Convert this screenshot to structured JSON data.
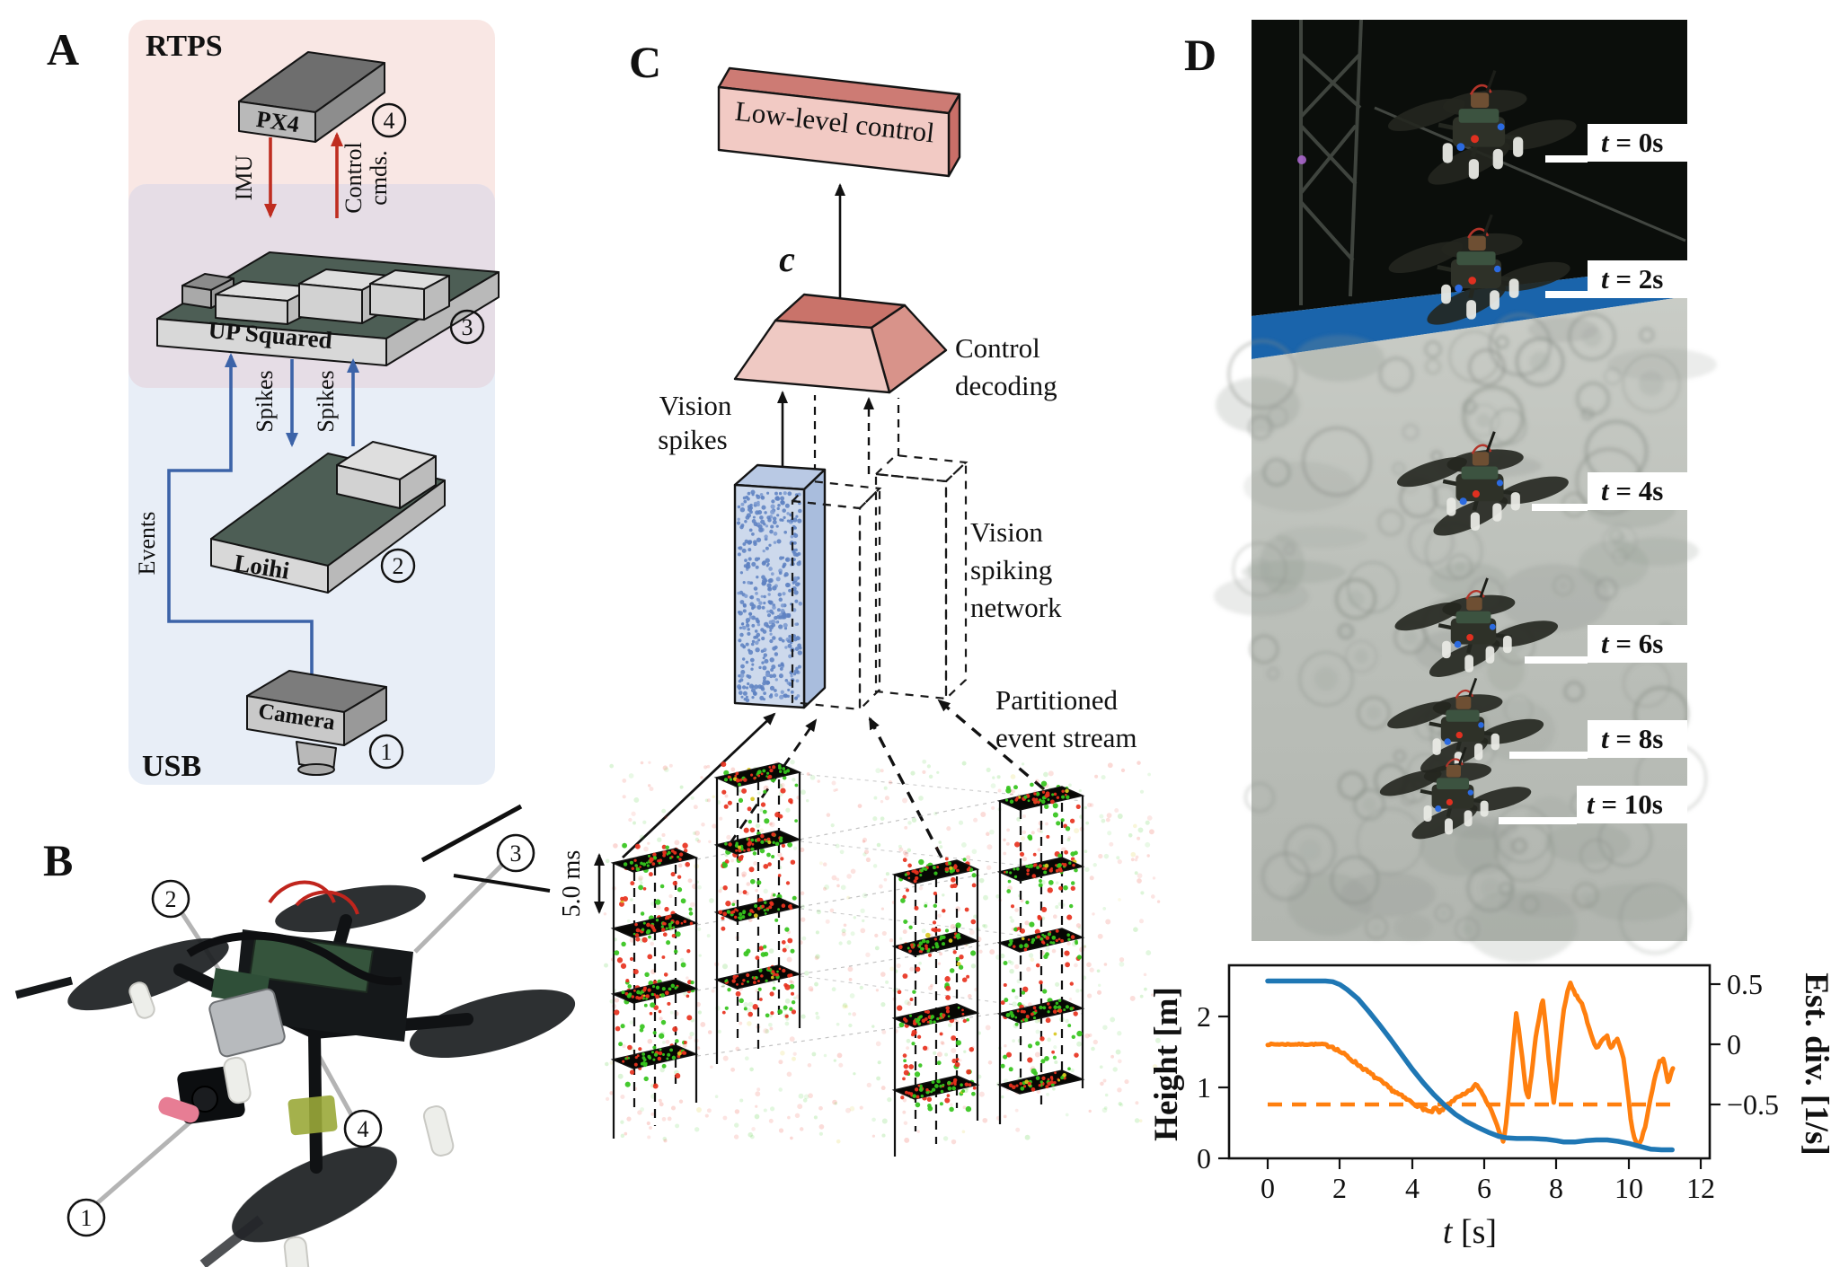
{
  "a": {
    "label": "A",
    "rtps": "RTPS",
    "usb": "USB",
    "px4": "PX4",
    "up_squared": "UP Squared",
    "loihi": "Loihi",
    "camera": "Camera",
    "imu": "IMU",
    "control_line1": "Control",
    "control_line2": "cmds.",
    "spikes": "Spikes",
    "events": "Events",
    "n1": "1",
    "n2": "2",
    "n3": "3",
    "n4": "4"
  },
  "b": {
    "label": "B",
    "n1": "1",
    "n2": "2",
    "n3": "3",
    "n4": "4"
  },
  "c": {
    "label": "C",
    "low_level_control": "Low-level control",
    "signal": "c",
    "decoding1": "Control",
    "decoding2": "decoding",
    "vision1": "Vision",
    "vision2": "spikes",
    "net1": "Vision",
    "net2": "spiking",
    "net3": "network",
    "part1": "Partitioned",
    "part2": "event stream",
    "window": "5.0 ms"
  },
  "d": {
    "label": "D",
    "times": [
      {
        "t": "t",
        "rest": " = 0s"
      },
      {
        "t": "t",
        "rest": " = 2s"
      },
      {
        "t": "t",
        "rest": " = 4s"
      },
      {
        "t": "t",
        "rest": " = 6s"
      },
      {
        "t": "t",
        "rest": " = 8s"
      },
      {
        "t": "t",
        "rest": " = 10s"
      }
    ]
  },
  "chart_data": {
    "type": "line",
    "title": "",
    "xlabel": "t [s]",
    "xlabel_var": "t",
    "xlabel_rest": " [s]",
    "ylabel_left": "Height [m]",
    "ylabel_right": "Est. div. [1/s]",
    "x_tick_labels": [
      "0",
      "2",
      "4",
      "6",
      "8",
      "10",
      "12"
    ],
    "left_tick_labels": [
      "0",
      "1",
      "2"
    ],
    "right_tick_labels": [
      "0.5",
      "0",
      "−0.5"
    ],
    "x_ticks": [
      0,
      2,
      4,
      6,
      8,
      10,
      12
    ],
    "left_ticks": [
      0,
      1,
      2
    ],
    "right_ticks": [
      0.5,
      0,
      -0.5
    ],
    "xlim": [
      -1.0,
      12.25
    ],
    "ylim_left": [
      0,
      2.72
    ],
    "ylim_right": [
      -0.95,
      0.66
    ],
    "grid": false,
    "legend": "none",
    "setpoint_right": -0.5,
    "series": [
      {
        "name": "Height",
        "axis": "left",
        "color": "#1f77b4",
        "x": [
          0,
          1.6,
          1.8,
          2.0,
          2.2,
          2.5,
          2.8,
          3.1,
          3.4,
          3.7,
          4.0,
          4.3,
          4.6,
          4.9,
          5.2,
          5.5,
          5.8,
          6.1,
          6.4,
          6.6,
          6.9,
          7.3,
          7.7,
          8.0,
          8.2,
          8.5,
          8.8,
          9.1,
          9.4,
          9.7,
          10.0,
          10.3,
          10.6,
          10.9,
          11.2
        ],
        "y": [
          2.5,
          2.5,
          2.49,
          2.45,
          2.38,
          2.25,
          2.07,
          1.88,
          1.68,
          1.47,
          1.26,
          1.07,
          0.9,
          0.75,
          0.62,
          0.52,
          0.44,
          0.37,
          0.31,
          0.29,
          0.28,
          0.28,
          0.27,
          0.25,
          0.23,
          0.23,
          0.25,
          0.26,
          0.26,
          0.24,
          0.21,
          0.17,
          0.13,
          0.12,
          0.12
        ]
      },
      {
        "name": "Est. div.",
        "axis": "right",
        "color": "#ff7f0e",
        "x": [
          0,
          1.55,
          1.8,
          2.2,
          2.6,
          3.0,
          3.4,
          3.8,
          4.1,
          4.35,
          4.5,
          4.65,
          4.75,
          4.9,
          5.1,
          5.3,
          5.5,
          5.65,
          5.75,
          5.85,
          6.0,
          6.15,
          6.3,
          6.45,
          6.52,
          6.6,
          6.7,
          6.8,
          6.88,
          6.95,
          7.05,
          7.15,
          7.22,
          7.3,
          7.42,
          7.55,
          7.62,
          7.7,
          7.78,
          7.85,
          7.92,
          8.0,
          8.1,
          8.2,
          8.3,
          8.38,
          8.48,
          8.6,
          8.7,
          8.8,
          8.9,
          9.0,
          9.1,
          9.2,
          9.3,
          9.4,
          9.5,
          9.6,
          9.68,
          9.75,
          9.85,
          9.95,
          10.05,
          10.15,
          10.25,
          10.35,
          10.45,
          10.55,
          10.65,
          10.75,
          10.85,
          10.95,
          11.02,
          11.08,
          11.15,
          11.22
        ],
        "y": [
          0,
          0,
          -0.02,
          -0.1,
          -0.19,
          -0.28,
          -0.37,
          -0.45,
          -0.5,
          -0.54,
          -0.57,
          -0.53,
          -0.57,
          -0.52,
          -0.47,
          -0.44,
          -0.41,
          -0.37,
          -0.34,
          -0.36,
          -0.44,
          -0.52,
          -0.62,
          -0.75,
          -0.82,
          -0.65,
          -0.35,
          0.0,
          0.25,
          0.12,
          -0.12,
          -0.38,
          -0.44,
          -0.25,
          0.05,
          0.28,
          0.37,
          0.15,
          -0.12,
          -0.32,
          -0.48,
          -0.28,
          0.02,
          0.28,
          0.44,
          0.5,
          0.44,
          0.38,
          0.33,
          0.25,
          0.13,
          0.03,
          -0.02,
          0.0,
          0.04,
          0.06,
          -0.04,
          0.02,
          0.04,
          -0.02,
          -0.12,
          -0.35,
          -0.62,
          -0.78,
          -0.84,
          -0.8,
          -0.68,
          -0.52,
          -0.38,
          -0.25,
          -0.15,
          -0.12,
          -0.22,
          -0.32,
          -0.27,
          -0.2
        ]
      },
      {
        "name": "Divergence setpoint",
        "axis": "right",
        "color": "#ff7f0e",
        "style": "dashed",
        "x": [
          0,
          11.3
        ],
        "y": [
          -0.5,
          -0.5
        ]
      }
    ]
  },
  "colors": {
    "accent_red": "#b3352b",
    "accent_blue": "#3c63a8",
    "panel_pink": "#f9e7e4",
    "panel_blue": "#e8eef7",
    "panel_overlap": "#e6dde6",
    "board_green": "#4d5e55",
    "height_line": "#1f77b4",
    "div_line": "#ff7f0e",
    "event_red": "#e8321e",
    "event_green": "#35c41c",
    "spike_blue": "#6186c4",
    "photo_blue_band": "#1a64ab",
    "pink_block": "#f0cbc5",
    "pink_block_dark": "#c9736a"
  }
}
